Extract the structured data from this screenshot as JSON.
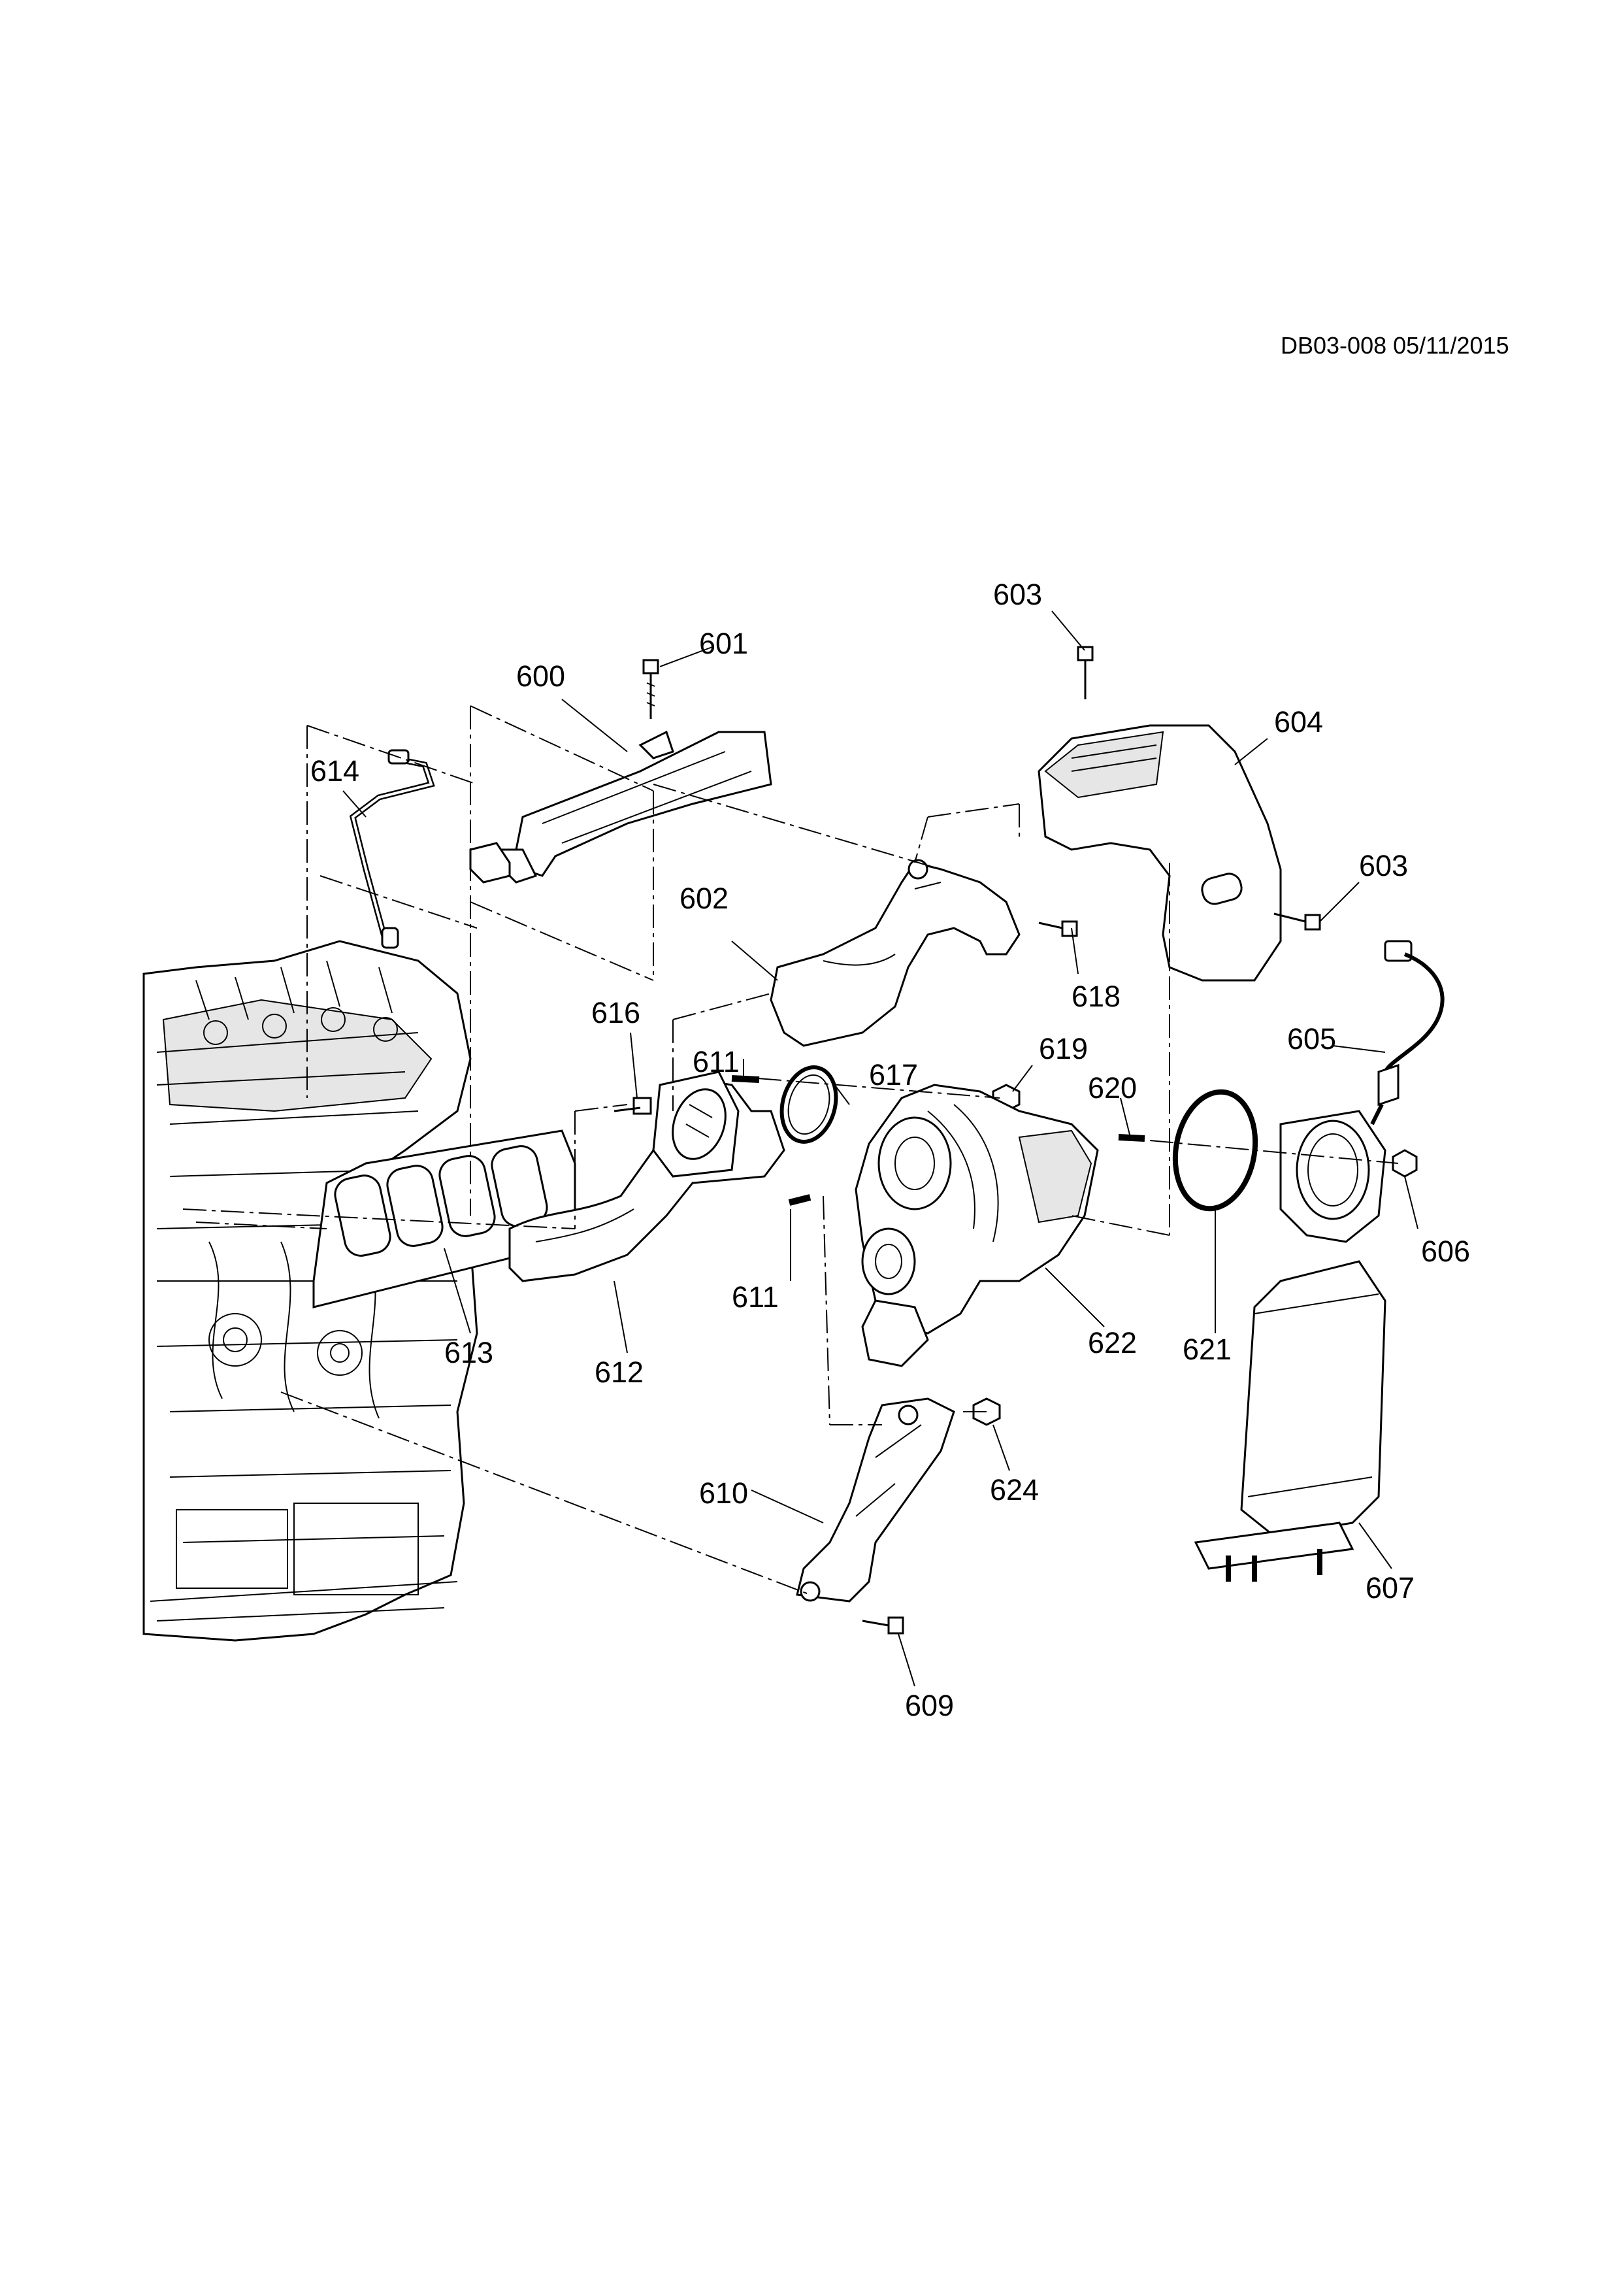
{
  "diagram": {
    "document_id": "DB03-008 05/11/2015",
    "callouts": {
      "c600": "600",
      "c601": "601",
      "c602": "602",
      "c603a": "603",
      "c603b": "603",
      "c604": "604",
      "c605": "605",
      "c606": "606",
      "c607": "607",
      "c609": "609",
      "c610": "610",
      "c611a": "611",
      "c611b": "611",
      "c612": "612",
      "c613": "613",
      "c614": "614",
      "c616": "616",
      "c617": "617",
      "c618": "618",
      "c619": "619",
      "c620": "620",
      "c621": "621",
      "c622": "622",
      "c624": "624"
    }
  }
}
